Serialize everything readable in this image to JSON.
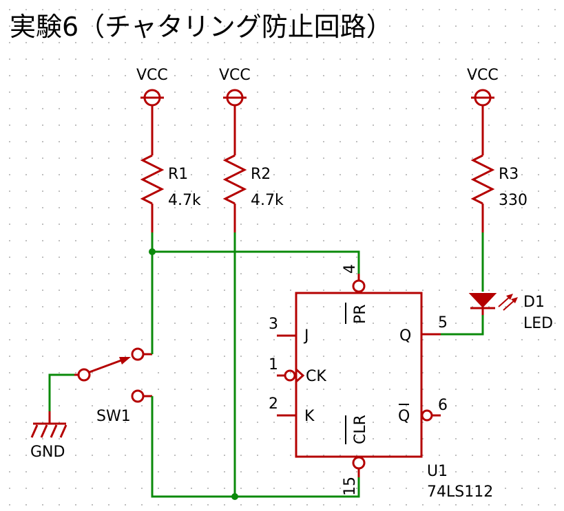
{
  "title": "実験6（チャタリング防止回路）",
  "power": {
    "vcc1": "VCC",
    "vcc2": "VCC",
    "vcc3": "VCC",
    "gnd": "GND"
  },
  "resistors": [
    {
      "ref": "R1",
      "value": "4.7k"
    },
    {
      "ref": "R2",
      "value": "4.7k"
    },
    {
      "ref": "R3",
      "value": "330"
    }
  ],
  "led": {
    "ref": "D1",
    "value": "LED"
  },
  "switch": {
    "ref": "SW1"
  },
  "ic": {
    "ref": "U1",
    "part": "74LS112",
    "pins": {
      "j": "J",
      "ck": "CK",
      "k": "K",
      "q": "Q",
      "qbar": "Q",
      "pr": "PR",
      "clr": "CLR",
      "n_j": "3",
      "n_ck": "1",
      "n_k": "2",
      "n_q": "5",
      "n_qbar": "6",
      "n_pr": "4",
      "n_clr": "15"
    }
  },
  "colors": {
    "component": "#b40000",
    "wire": "#0a8a0a",
    "grid": "#b4b4b4"
  }
}
